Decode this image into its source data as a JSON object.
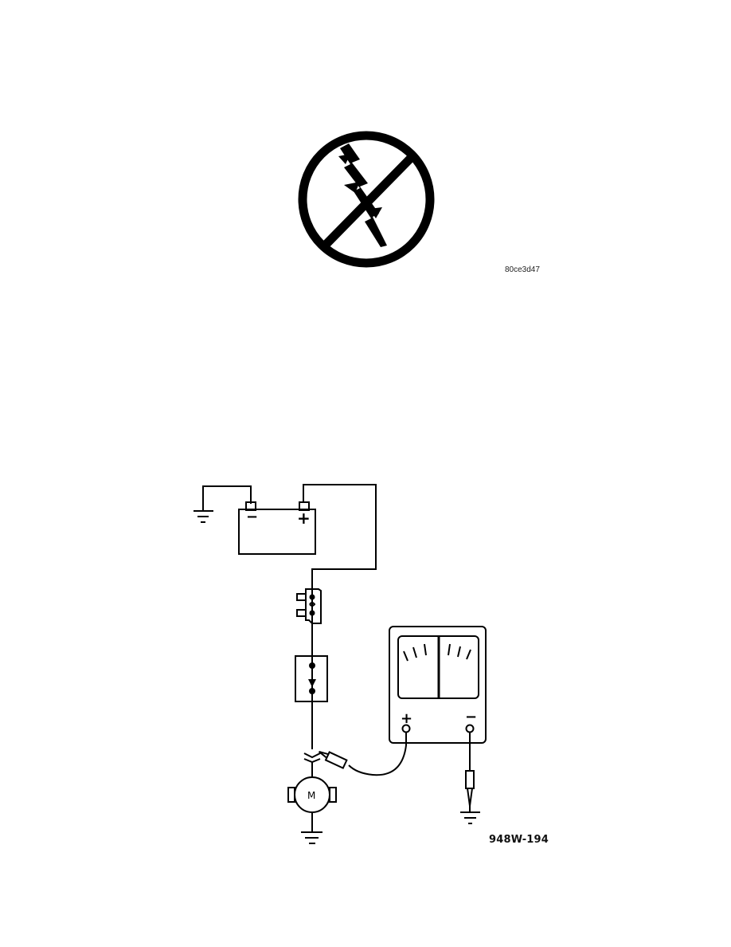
{
  "figure1": {
    "symbol": "no-static-electricity-icon",
    "caption_code": "80ce3d47"
  },
  "figure2": {
    "title_code": "948W-194",
    "battery": {
      "neg_label": "−",
      "pos_label": "+"
    },
    "voltmeter": {
      "pos_label": "+",
      "neg_label": "−"
    },
    "motor": {
      "label": "M"
    }
  }
}
